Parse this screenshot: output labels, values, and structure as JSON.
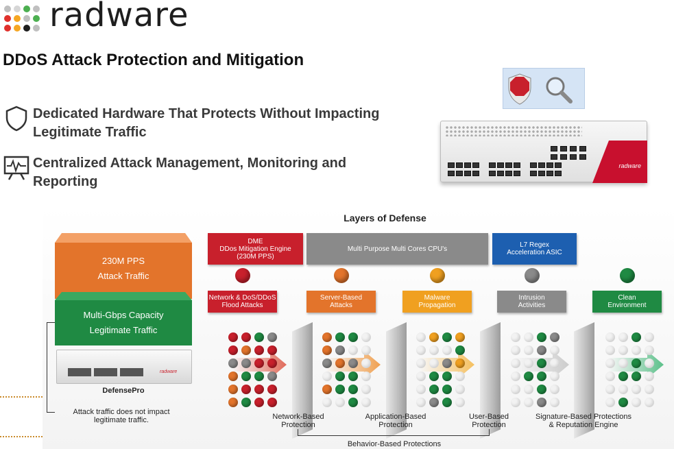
{
  "brand": {
    "name": "radware",
    "dot_colors": [
      "#bfbfbf",
      "#d6d6d6",
      "#4caf50",
      "#bfbfbf",
      "#e0312c",
      "#f5a623",
      "#bfbfbf",
      "#4caf50",
      "#e0312c",
      "#f5a623",
      "#1e1e1e",
      "#bfbfbf"
    ]
  },
  "page_title": "DDoS Attack Protection and Mitigation",
  "features": [
    {
      "icon": "shield-icon",
      "lines": [
        "Dedicated Hardware That Protects Without Impacting",
        "Legitimate Traffic"
      ]
    },
    {
      "icon": "monitor-pulse-icon",
      "lines": [
        "Centralized Attack Management, Monitoring and",
        "Reporting"
      ]
    }
  ],
  "diagram": {
    "title": "Layers of Defense",
    "attack_slab": {
      "lines": [
        "230M PPS",
        "Attack Traffic"
      ],
      "color": "#e3742b"
    },
    "legit_slab": {
      "lines": [
        "Multi-Gbps Capacity",
        "Legitimate Traffic"
      ],
      "color": "#1f8a43"
    },
    "device_name": "DefensePro",
    "device_brand": "radware",
    "note": [
      "Attack traffic does not impact",
      "legitimate traffic."
    ],
    "engines": [
      {
        "lines": [
          "DME",
          "DDos Mitigation Engine",
          "(230M PPS)"
        ],
        "color": "#c8202c"
      },
      {
        "lines": [
          "Multi Purpose Multi Cores CPU's"
        ],
        "color": "#8a8a8a"
      },
      {
        "lines": [
          "L7 Regex",
          "Acceleration ASIC"
        ],
        "color": "#1d5fb0"
      }
    ],
    "categories": [
      {
        "lines": [
          "Network & DoS/DDoS",
          "Flood Attacks"
        ],
        "color": "#c8202c",
        "ball": "#c8202c"
      },
      {
        "lines": [
          "Server-Based",
          "Attacks"
        ],
        "color": "#e3742b",
        "ball": "#e3742b"
      },
      {
        "lines": [
          "Malware",
          "Propagation"
        ],
        "color": "#f0a020",
        "ball": "#f0a020"
      },
      {
        "lines": [
          "Intrusion",
          "Activities"
        ],
        "color": "#8a8a8a",
        "ball": "#8a8a8a"
      },
      {
        "lines": [
          "Clean",
          "Environment"
        ],
        "color": "#1f8a43",
        "ball": "#1f8a43"
      }
    ],
    "protections": [
      {
        "lines": [
          "Network-Based",
          "Protection"
        ]
      },
      {
        "lines": [
          "Application-Based",
          "Protection"
        ]
      },
      {
        "lines": [
          "User-Based",
          "Protection"
        ]
      },
      {
        "lines": [
          "Signature-Based Protections",
          "& Reputation Engine"
        ]
      }
    ],
    "behavior_label": "Behavior-Based Protections"
  }
}
